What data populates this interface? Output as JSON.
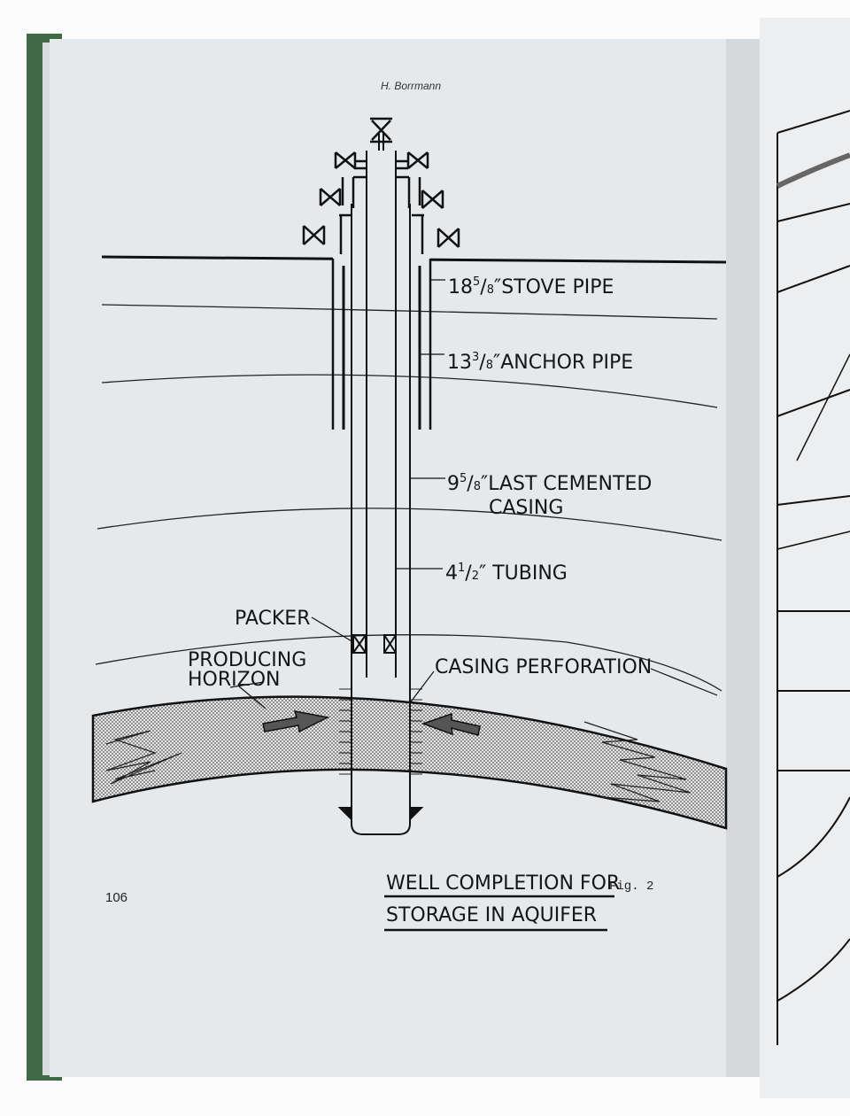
{
  "header": {
    "author": "H. Borrmann"
  },
  "labels": {
    "stove_pipe": {
      "whole": "18",
      "num": "5",
      "den": "8",
      "text": "″STOVE PIPE"
    },
    "anchor_pipe": {
      "whole": "13",
      "num": "3",
      "den": "8",
      "text": "″ANCHOR PIPE"
    },
    "last_casing": {
      "whole": "9",
      "num": "5",
      "den": "8",
      "text": "LAST CEMENTED",
      "text2": "CASING"
    },
    "tubing": {
      "whole": "4",
      "num": "1",
      "den": "2",
      "text": "″ TUBING"
    },
    "packer": "PACKER",
    "producing_horizon_1": "PRODUCING",
    "producing_horizon_2": "HORIZON",
    "casing_perforation": "CASING PERFORATION"
  },
  "title": {
    "line1": "WELL COMPLETION FOR",
    "line2": "STORAGE IN AQUIFER"
  },
  "footer": {
    "page_number": "106",
    "figure": "Fig. 2"
  },
  "colors": {
    "page": "#e6e9ec",
    "cover": "#3f6a45",
    "ink": "#151515"
  }
}
